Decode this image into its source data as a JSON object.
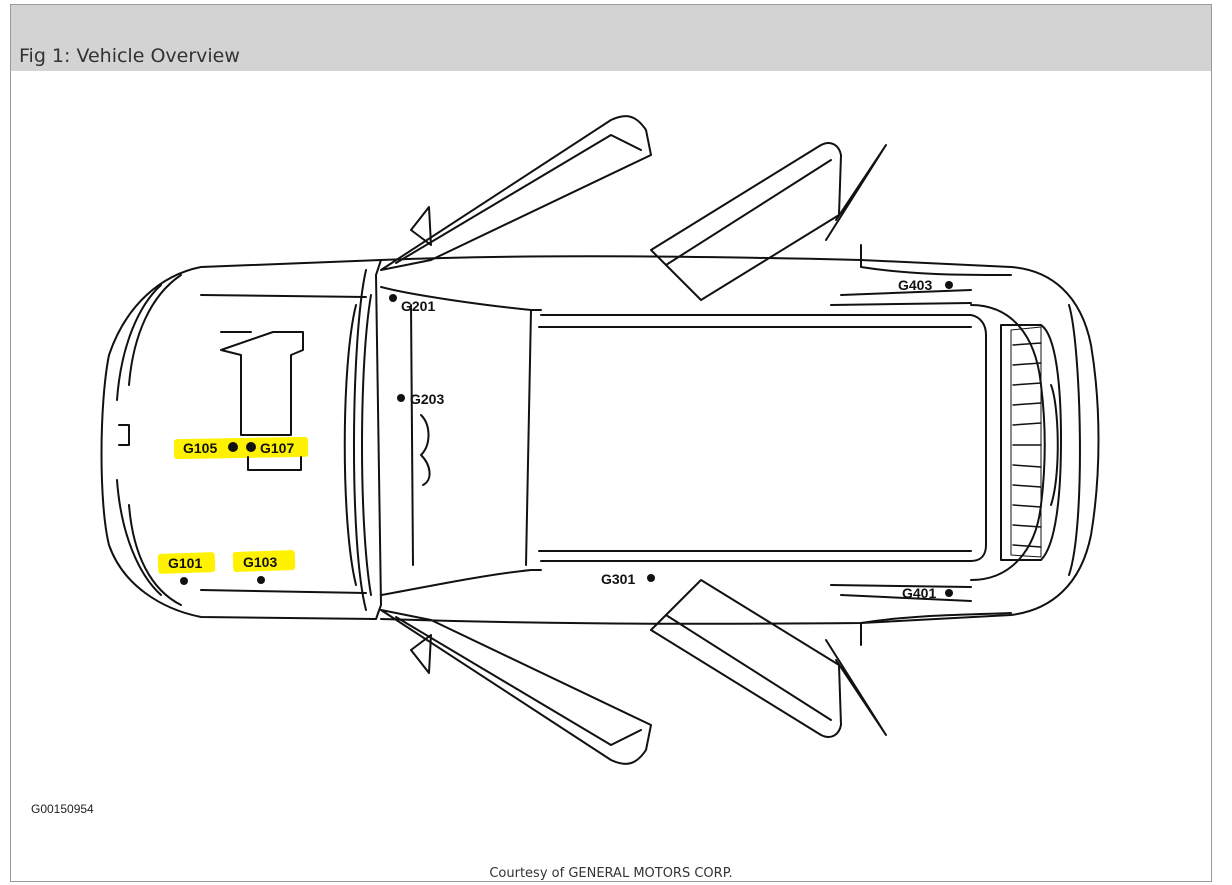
{
  "figure": {
    "title": "Fig 1: Vehicle Overview"
  },
  "grounds": {
    "g101": "G101",
    "g103": "G103",
    "g105": "G105",
    "g107": "G107",
    "g201": "G201",
    "g203": "G203",
    "g301": "G301",
    "g401": "G401",
    "g403": "G403"
  },
  "highlight_color": "#fff200",
  "image_code": "G00150954",
  "credit": "Courtesy of GENERAL MOTORS CORP."
}
